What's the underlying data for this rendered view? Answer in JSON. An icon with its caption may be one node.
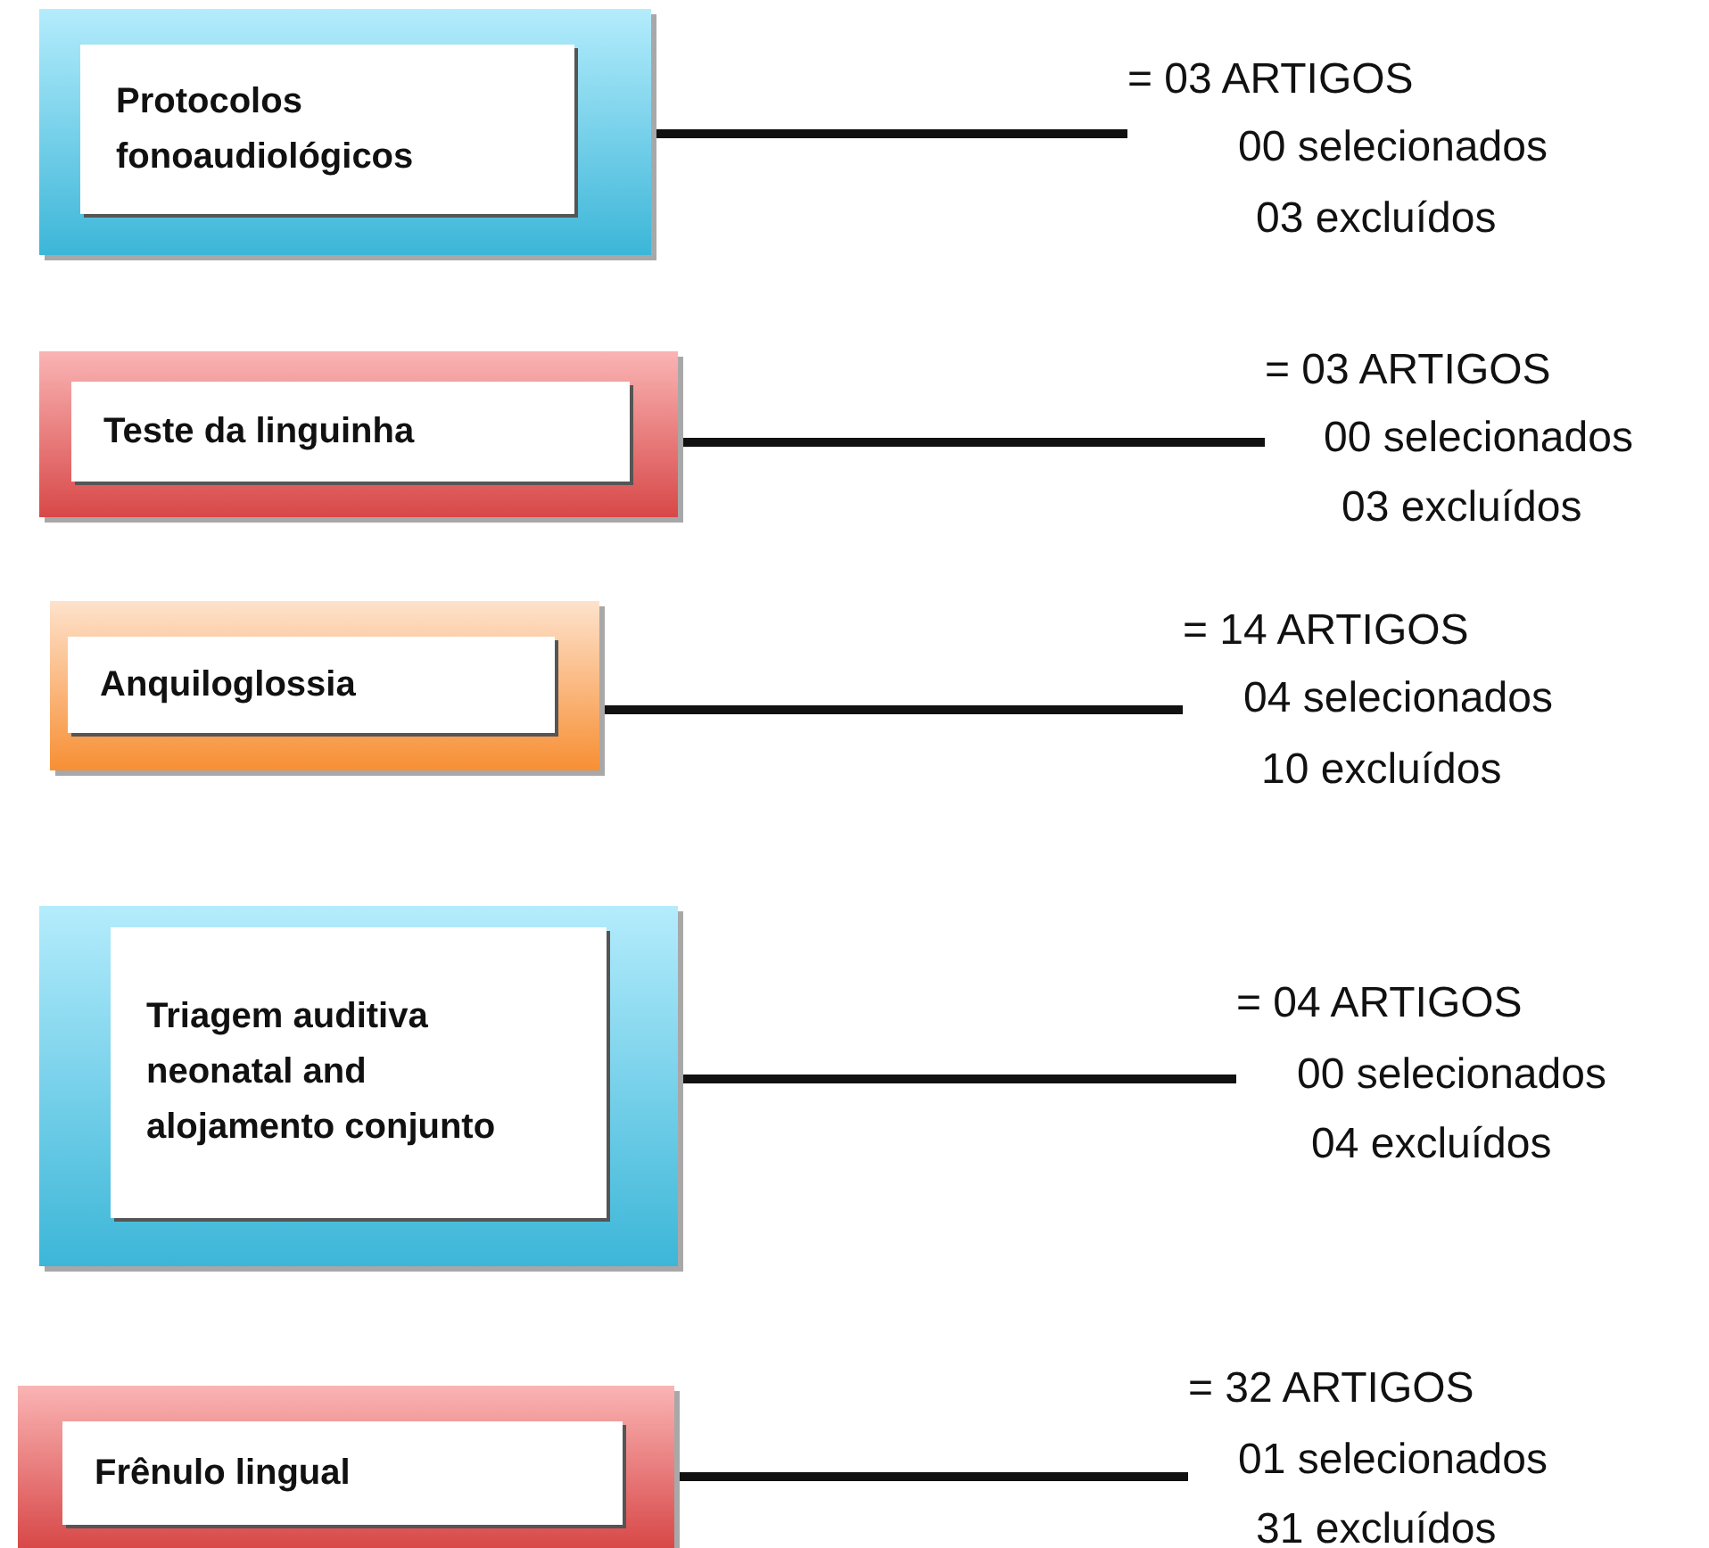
{
  "diagram": {
    "nodes": [
      {
        "text": [],
        "shape": "box"
      },
      {
        "text": [
          "Protocolos fonoaudiológicos"
        ],
        "in": 0
      },
      {
        "text": [
          "= 03 ARTIGOS",
          "00 selecionados",
          "03 excluídos"
        ]
      },
      {
        "text": [],
        "shape": "box"
      },
      {
        "text": [
          "Teste da linguinha"
        ],
        "in": 3
      },
      {
        "text": [
          "= 03 ARTIGOS",
          "00 selecionados",
          "03 excluídos"
        ]
      },
      {
        "text": [],
        "shape": "box"
      },
      {
        "text": [
          "Anquiloglossia"
        ],
        "in": 6
      },
      {
        "text": [
          "= 14 ARTIGOS",
          "04 selecionados",
          "10 excluídos"
        ]
      },
      {
        "text": [],
        "shape": "box"
      },
      {
        "text": [
          "Triagem auditiva neonatal and alojamento conjunto"
        ],
        "in": 9
      },
      {
        "text": [
          "= 04 ARTIGOS",
          "00 selecionados",
          "04 excluídos"
        ]
      },
      {
        "text": [],
        "shape": "box"
      },
      {
        "text": [
          "Frênulo lingual"
        ],
        "in": 12
      },
      {
        "text": [
          "= 32 ARTIGOS",
          "01 selecionados",
          "31 excluídos"
        ]
      }
    ],
    "edges": [
      {
        "from": 0,
        "to": 2,
        "arrow": "none"
      },
      {
        "from": 3,
        "to": 5,
        "arrow": "none"
      },
      {
        "from": 6,
        "to": 8,
        "arrow": "none"
      },
      {
        "from": 9,
        "to": 11,
        "arrow": "none"
      },
      {
        "from": 12,
        "to": 14,
        "arrow": "none"
      }
    ]
  }
}
